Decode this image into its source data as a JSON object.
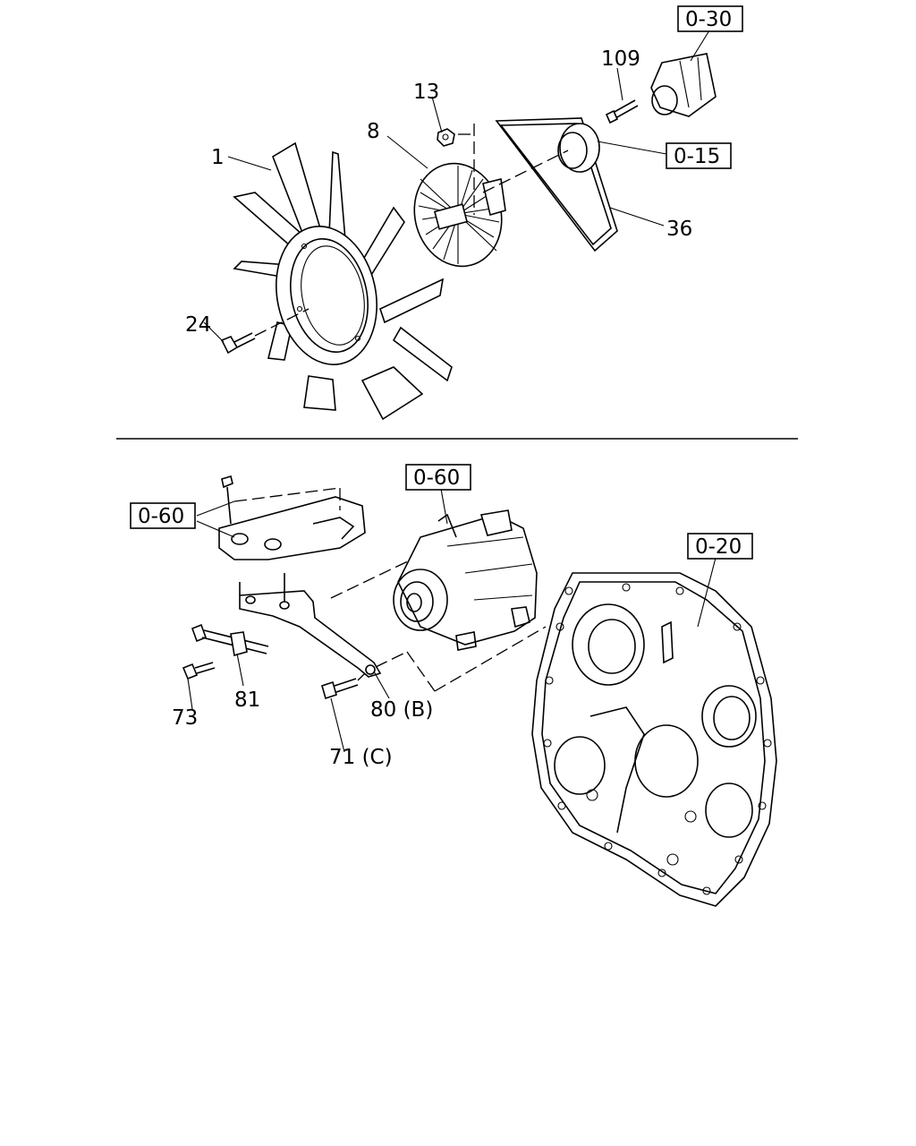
{
  "callouts": {
    "fan_1": "1",
    "clutch_8": "8",
    "nut_13": "13",
    "bolt_24": "24",
    "belt_36": "36",
    "stud_109": "109",
    "bolt_73": "73",
    "adjuster_81": "81",
    "bracket_80": "80 (B)",
    "bolt_71": "71 (C)"
  },
  "references": {
    "water_pump": "0-30",
    "pulley": "0-15",
    "alternator": "0-60",
    "bracket_group": "0-60",
    "timing_case": "0-20"
  }
}
